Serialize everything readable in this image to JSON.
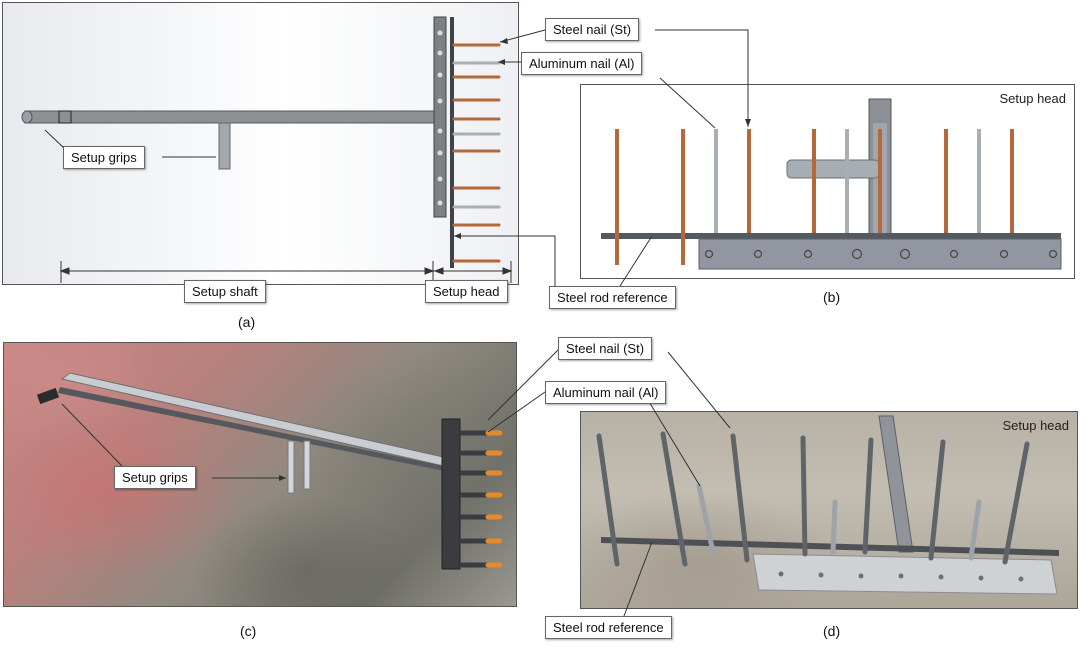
{
  "labels": {
    "steel_nail": "Steel nail (St)",
    "aluminum_nail": "Aluminum nail (Al)",
    "setup_grips": "Setup grips",
    "setup_shaft": "Setup shaft",
    "setup_head": "Setup head",
    "steel_rod_reference": "Steel rod reference"
  },
  "captions": {
    "a": "(a)",
    "b": "(b)",
    "c": "(c)",
    "d": "(d)"
  },
  "colors": {
    "steel_nail": "#b5683a",
    "aluminum_nail": "#a9aeb3",
    "setup_metal": "#8d9196",
    "frame": "#555555"
  }
}
